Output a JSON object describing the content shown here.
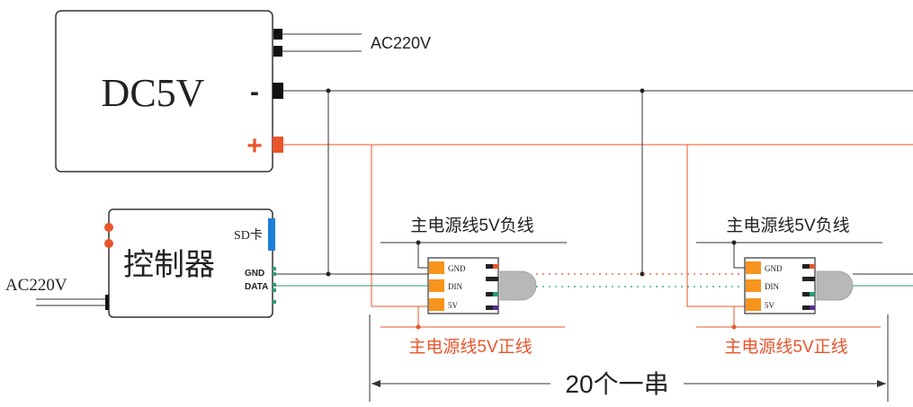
{
  "power_supply": {
    "label": "DC5V",
    "minus": "-",
    "plus": "+",
    "ac_label": "AC220V"
  },
  "controller": {
    "label": "控制器",
    "sd_label": "SD卡",
    "gnd_label": "GND",
    "data_label": "DATA",
    "ac_label": "AC220V"
  },
  "pixels": [
    {
      "neg_label": "主电源线5V负线",
      "pos_label": "主电源线5V正线",
      "pins": [
        "GND",
        "DIN",
        "5V"
      ]
    },
    {
      "neg_label": "主电源线5V负线",
      "pos_label": "主电源线5V正线",
      "pins": [
        "GND",
        "DIN",
        "5V"
      ]
    }
  ],
  "string_label": "20个一串",
  "colors": {
    "line": "#333333",
    "positive": "#e8552b",
    "data": "#2a9d6f",
    "pin_orange": "#f7941d",
    "sd_blue": "#1e7fd6",
    "controller_dot": "#e8552b",
    "lens": "#b8b8b8",
    "wire_colors": [
      "#e8552b",
      "#222222",
      "#2a9d6f",
      "#5a2d91"
    ]
  }
}
